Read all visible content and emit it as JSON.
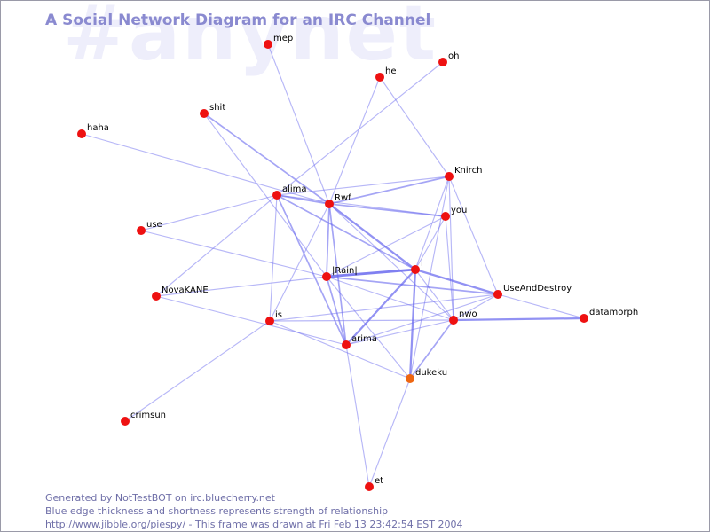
{
  "title": "A Social Network Diagram for an IRC Channel",
  "watermark": "#anynet",
  "colors": {
    "edge": "#6666ee",
    "node": "#ee1111",
    "node_highlight": "#ee6611",
    "title": "#8a8ad0",
    "footer": "#6f6fa8",
    "watermark": "#eeeefb"
  },
  "footer": {
    "line1": "Generated by NotTestBOT on irc.bluecherry.net",
    "line2": "Blue edge thickness and shortness represents strength of relationship",
    "line3": "http://www.jibble.org/piespy/ - This frame was drawn at Fri Feb 13 23:42:54 EST 2004"
  },
  "nodes": [
    {
      "id": "mep",
      "label": "mep"
    },
    {
      "id": "oh",
      "label": "oh"
    },
    {
      "id": "he",
      "label": "he"
    },
    {
      "id": "shit",
      "label": "shit"
    },
    {
      "id": "haha",
      "label": "haha"
    },
    {
      "id": "Knirch",
      "label": "Knirch"
    },
    {
      "id": "alima",
      "label": "alima"
    },
    {
      "id": "Rwf",
      "label": "Rwf"
    },
    {
      "id": "you",
      "label": "you"
    },
    {
      "id": "use",
      "label": "use"
    },
    {
      "id": "Rain",
      "label": "|Rain|"
    },
    {
      "id": "i",
      "label": "i"
    },
    {
      "id": "NovaKANE",
      "label": "NovaKANE"
    },
    {
      "id": "UseAndDestroy",
      "label": "UseAndDestroy"
    },
    {
      "id": "is",
      "label": "is"
    },
    {
      "id": "nwo",
      "label": "nwo"
    },
    {
      "id": "datamorph",
      "label": "datamorph"
    },
    {
      "id": "arima",
      "label": "arima"
    },
    {
      "id": "dukeku",
      "label": "dukeku",
      "highlight": true
    },
    {
      "id": "crimsun",
      "label": "crimsun"
    },
    {
      "id": "et",
      "label": "et"
    }
  ],
  "edges": [
    {
      "source": "mep",
      "target": "Rwf",
      "strength": 1
    },
    {
      "source": "oh",
      "target": "alima",
      "strength": 1
    },
    {
      "source": "he",
      "target": "Rwf",
      "strength": 1
    },
    {
      "source": "he",
      "target": "Knirch",
      "strength": 1
    },
    {
      "source": "shit",
      "target": "Rwf",
      "strength": 2
    },
    {
      "source": "shit",
      "target": "Rain",
      "strength": 1
    },
    {
      "source": "haha",
      "target": "Rwf",
      "strength": 1
    },
    {
      "source": "Knirch",
      "target": "alima",
      "strength": 1
    },
    {
      "source": "Knirch",
      "target": "Rwf",
      "strength": 2
    },
    {
      "source": "Knirch",
      "target": "i",
      "strength": 1
    },
    {
      "source": "Knirch",
      "target": "nwo",
      "strength": 1
    },
    {
      "source": "Knirch",
      "target": "UseAndDestroy",
      "strength": 1
    },
    {
      "source": "Knirch",
      "target": "dukeku",
      "strength": 1
    },
    {
      "source": "alima",
      "target": "Rwf",
      "strength": 2
    },
    {
      "source": "alima",
      "target": "you",
      "strength": 1
    },
    {
      "source": "alima",
      "target": "i",
      "strength": 2
    },
    {
      "source": "alima",
      "target": "arima",
      "strength": 2
    },
    {
      "source": "alima",
      "target": "is",
      "strength": 1
    },
    {
      "source": "alima",
      "target": "use",
      "strength": 1
    },
    {
      "source": "alima",
      "target": "NovaKANE",
      "strength": 1
    },
    {
      "source": "Rwf",
      "target": "you",
      "strength": 2
    },
    {
      "source": "Rwf",
      "target": "Rain",
      "strength": 2
    },
    {
      "source": "Rwf",
      "target": "i",
      "strength": 3
    },
    {
      "source": "Rwf",
      "target": "arima",
      "strength": 2
    },
    {
      "source": "Rwf",
      "target": "is",
      "strength": 1
    },
    {
      "source": "Rwf",
      "target": "nwo",
      "strength": 1
    },
    {
      "source": "you",
      "target": "i",
      "strength": 1
    },
    {
      "source": "you",
      "target": "Rain",
      "strength": 1
    },
    {
      "source": "you",
      "target": "nwo",
      "strength": 1
    },
    {
      "source": "use",
      "target": "Rain",
      "strength": 1
    },
    {
      "source": "Rain",
      "target": "i",
      "strength": 4
    },
    {
      "source": "Rain",
      "target": "NovaKANE",
      "strength": 1
    },
    {
      "source": "Rain",
      "target": "arima",
      "strength": 2
    },
    {
      "source": "Rain",
      "target": "UseAndDestroy",
      "strength": 2
    },
    {
      "source": "Rain",
      "target": "dukeku",
      "strength": 1
    },
    {
      "source": "Rain",
      "target": "nwo",
      "strength": 1
    },
    {
      "source": "i",
      "target": "arima",
      "strength": 3
    },
    {
      "source": "i",
      "target": "dukeku",
      "strength": 3
    },
    {
      "source": "i",
      "target": "UseAndDestroy",
      "strength": 3
    },
    {
      "source": "i",
      "target": "nwo",
      "strength": 1
    },
    {
      "source": "NovaKANE",
      "target": "arima",
      "strength": 1
    },
    {
      "source": "UseAndDestroy",
      "target": "datamorph",
      "strength": 1
    },
    {
      "source": "UseAndDestroy",
      "target": "is",
      "strength": 1
    },
    {
      "source": "UseAndDestroy",
      "target": "arima",
      "strength": 1
    },
    {
      "source": "UseAndDestroy",
      "target": "nwo",
      "strength": 1
    },
    {
      "source": "is",
      "target": "nwo",
      "strength": 1
    },
    {
      "source": "is",
      "target": "crimsun",
      "strength": 1
    },
    {
      "source": "is",
      "target": "dukeku",
      "strength": 1
    },
    {
      "source": "nwo",
      "target": "datamorph",
      "strength": 3
    },
    {
      "source": "nwo",
      "target": "dukeku",
      "strength": 2
    },
    {
      "source": "nwo",
      "target": "arima",
      "strength": 1
    },
    {
      "source": "arima",
      "target": "et",
      "strength": 1
    },
    {
      "source": "dukeku",
      "target": "et",
      "strength": 1
    }
  ]
}
